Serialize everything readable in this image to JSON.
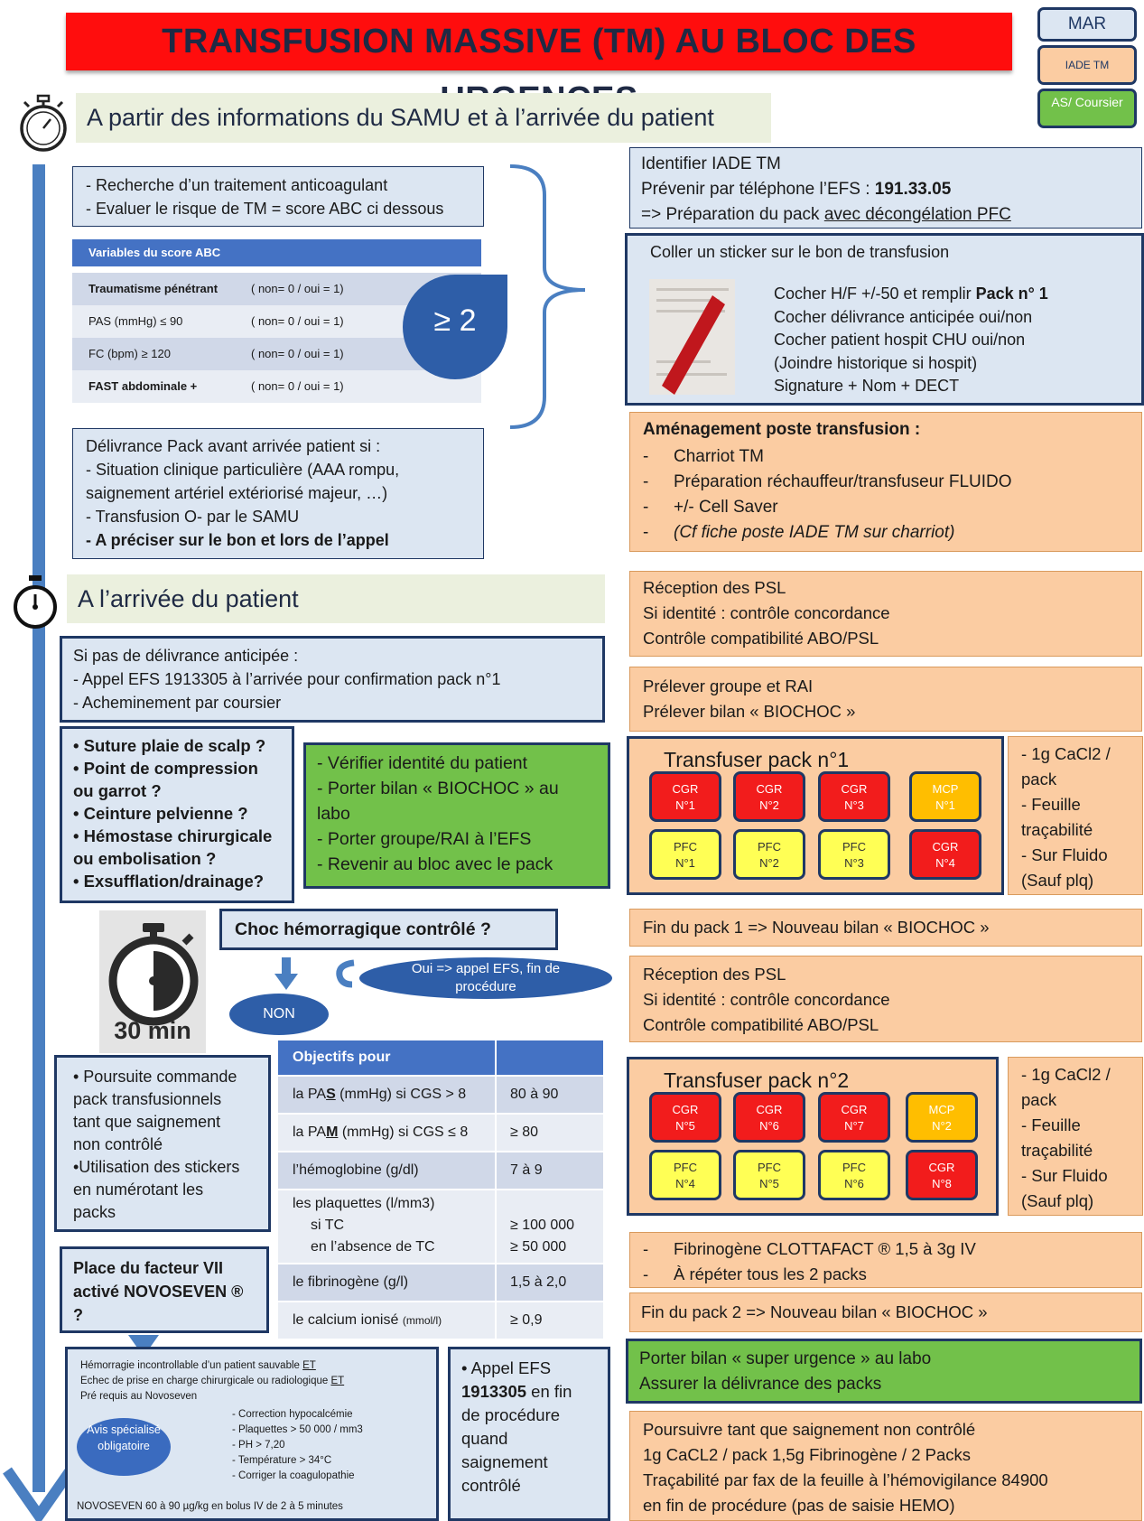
{
  "header": {
    "title": "TRANSFUSION MASSIVE (TM) AU BLOC DES URGENCES",
    "roles": [
      "MAR",
      "IADE TM",
      "AS/ Coursier"
    ]
  },
  "colors": {
    "title_bg": "#ff0d0d",
    "blue_box": "#dce6f2",
    "orange_box": "#fbcca2",
    "green_box": "#72c14a",
    "navy": "#1f3864",
    "arrow_blue": "#4a7fc1"
  },
  "icons": [
    "stopwatch-icon",
    "stopwatch-icon",
    "stopwatch-30min-icon",
    "down-arrow-icon",
    "curved-arrow-icon"
  ],
  "section1": {
    "title": "A partir des informations du SAMU et à l’arrivée du patient"
  },
  "anticoag": {
    "lines": [
      "- Recherche d’un traitement anticoagulant",
      "- Evaluer le risque de TM = score ABC ci dessous"
    ]
  },
  "abc": {
    "header": "Variables du score ABC",
    "rows": [
      {
        "label": "Traumatisme pénétrant",
        "score": "( non= 0 / oui = 1)"
      },
      {
        "label": "PAS (mmHg) ≤ 90",
        "score": "( non= 0 / oui = 1)"
      },
      {
        "label": "FC (bpm) ≥ 120",
        "score": "( non= 0 / oui = 1)"
      },
      {
        "label": "FAST abdominale +",
        "score": "( non= 0 / oui = 1)"
      }
    ],
    "threshold": "≥ 2"
  },
  "delivrance": {
    "lines": [
      "Délivrance Pack avant arrivée patient si :",
      "- Situation clinique particulière (AAA rompu,",
      "saignement artériel extériorisé majeur, …)",
      "- Transfusion O- par le SAMU"
    ],
    "bold_line": "- A préciser sur le bon et lors de l’appel"
  },
  "iade": {
    "line1": "Identifier IADE TM",
    "line2_prefix": "Prévenir par téléphone l’EFS : ",
    "phone": "191.33.05",
    "line3_prefix": "=> Préparation du pack ",
    "line3_underlined": "avec décongélation PFC"
  },
  "sticker": {
    "title": "Coller un sticker sur le bon de transfusion",
    "line1_prefix": "Cocher H/F +/-50 et remplir ",
    "line1_bold": "Pack n° 1",
    "lines": [
      "Cocher délivrance anticipée oui/non",
      "Cocher patient hospit CHU oui/non",
      "(Joindre historique si hospit)",
      "Signature + Nom + DECT"
    ]
  },
  "amenagement": {
    "title": "Aménagement poste transfusion :",
    "items": [
      "Charriot TM",
      "Préparation réchauffeur/transfuseur FLUIDO",
      "+/- Cell Saver"
    ],
    "italic_item": "(Cf fiche poste IADE TM sur charriot)"
  },
  "section2": {
    "title": "A l’arrivée du patient"
  },
  "sans_anticipee": {
    "lines": [
      "Si pas de délivrance anticipée :",
      "- Appel EFS 1913305 à l’arrivée pour confirmation pack n°1",
      "- Acheminement par coursier"
    ]
  },
  "reception1": {
    "lines": [
      "Réception des PSL",
      "Si identité : contrôle concordance",
      "Contrôle compatibilité ABO/PSL"
    ]
  },
  "prelever": {
    "lines": [
      "Prélever groupe et RAI",
      "Prélever bilan « BIOCHOC »"
    ]
  },
  "hemostase": {
    "items": [
      "• Suture plaie de scalp ?",
      "• Point de compression",
      "ou garrot ?",
      "• Ceinture pelvienne ?",
      "• Hémostase chirurgicale",
      "ou embolisation ?",
      "• Exsufflation/drainage?"
    ]
  },
  "coursier": {
    "items": [
      "- Vérifier identité du patient",
      "- Porter bilan « BIOCHOC » au",
      "labo",
      "- Porter groupe/RAI à l’EFS",
      "- Revenir au bloc avec le pack"
    ]
  },
  "pack1": {
    "title": "Transfuser pack n°1",
    "row1": [
      {
        "l1": "CGR",
        "l2": "N°1"
      },
      {
        "l1": "CGR",
        "l2": "N°2"
      },
      {
        "l1": "CGR",
        "l2": "N°3"
      },
      {
        "l1": "MCP",
        "l2": "N°1"
      }
    ],
    "row2": [
      {
        "l1": "PFC",
        "l2": "N°1"
      },
      {
        "l1": "PFC",
        "l2": "N°2"
      },
      {
        "l1": "PFC",
        "l2": "N°3"
      },
      {
        "l1": "CGR",
        "l2": "N°4"
      }
    ]
  },
  "side1": {
    "lines": [
      "- 1g CaCl2 /",
      "pack",
      "- Feuille",
      "traçabilité",
      "- Sur Fluido",
      "(Sauf plq)"
    ]
  },
  "fin_pack1": "Fin du pack 1 => Nouveau bilan « BIOCHOC »",
  "choc": {
    "question": "Choc hémorragique contrôlé ?",
    "oui": "Oui => appel EFS, fin de procédure",
    "non": "NON",
    "timer": "30 min"
  },
  "reception2": {
    "lines": [
      "Réception des PSL",
      "Si identité : contrôle concordance",
      "Contrôle compatibilité ABO/PSL"
    ]
  },
  "poursuite": {
    "lines": [
      "• Poursuite commande",
      "pack transfusionnels",
      "tant que saignement",
      "non contrôlé",
      "•Utilisation des stickers",
      "en numérotant les",
      "packs"
    ]
  },
  "objectifs": {
    "header": "Objectifs pour",
    "rows": [
      {
        "p": "la PA",
        "u": "S",
        "s": " (mmHg) si CGS > 8",
        "v": "80 à 90"
      },
      {
        "p": "la PA",
        "u": "M",
        "s": " (mmHg) si CGS ≤ 8",
        "v": "≥ 80"
      },
      {
        "p": "l’hémoglobine (g/dl)",
        "u": "",
        "s": "",
        "v": "7 à 9"
      },
      {
        "p": "le fibrinogène (g/l)",
        "u": "",
        "s": "",
        "v": "1,5 à 2,0"
      },
      {
        "p": "le calcium ionisé ",
        "u": "",
        "s": "(mmol/l)",
        "v": "≥ 0,9"
      }
    ],
    "plaquettes": {
      "l1": "les plaquettes (l/mm3)",
      "l2": "si TC",
      "l3": "en l’absence de TC",
      "v1": "≥ 100 000",
      "v2": "≥ 50 000"
    }
  },
  "pack2": {
    "title": "Transfuser pack n°2",
    "row1": [
      {
        "l1": "CGR",
        "l2": "N°5"
      },
      {
        "l1": "CGR",
        "l2": "N°6"
      },
      {
        "l1": "CGR",
        "l2": "N°7"
      },
      {
        "l1": "MCP",
        "l2": "N°2"
      }
    ],
    "row2": [
      {
        "l1": "PFC",
        "l2": "N°4"
      },
      {
        "l1": "PFC",
        "l2": "N°5"
      },
      {
        "l1": "PFC",
        "l2": "N°6"
      },
      {
        "l1": "CGR",
        "l2": "N°8"
      }
    ]
  },
  "side2": {
    "lines": [
      "- 1g CaCl2 /",
      "pack",
      "- Feuille",
      "traçabilité",
      "- Sur Fluido",
      "(Sauf plq)"
    ]
  },
  "fibrinogene": {
    "line1": "Fibrinogène CLOTTAFACT ® 1,5 à 3g IV",
    "line2": "À répéter tous les 2 packs"
  },
  "novoseven_q": {
    "lines": [
      "Place du facteur VII",
      "activé NOVOSEVEN ®",
      "?"
    ]
  },
  "fin_pack2": "Fin du pack 2 => Nouveau bilan « BIOCHOC »",
  "super_urgence": {
    "lines": [
      "Porter bilan « super urgence » au labo",
      "Assurer la délivrance des packs"
    ]
  },
  "novoseven": {
    "l1_prefix": "Hémorragie incontrollable d’un patient sauvable ",
    "l1_et": "ET",
    "l2_prefix": "Echec de prise en charge chirurgicale ou radiologique ",
    "l2_et": "ET",
    "l3": "Pré requis au Novoseven",
    "avis": "Avis spécialisé obligatoire",
    "criteria": [
      "- Correction hypocalcémie",
      "- Plaquettes > 50 000 / mm3",
      "- PH > 7,20",
      "- Température > 34°C",
      "- Corriger la coagulopathie"
    ],
    "dose": "NOVOSEVEN 60 à 90 µg/kg en bolus IV de 2 à 5 minutes"
  },
  "appel_efs": {
    "p1": "• Appel EFS",
    "bold": "1913305",
    "p2": " en fin",
    "lines": [
      "de procédure",
      "quand",
      "saignement",
      "contrôlé"
    ]
  },
  "poursuivre": {
    "lines": [
      "Poursuivre tant que saignement non contrôlé",
      "1g CaCL2 / pack 1,5g Fibrinogène / 2 Packs",
      "Traçabilité par fax de la feuille à l’hémovigilance 84900",
      "en fin de procédure (pas de saisie HEMO)"
    ]
  }
}
